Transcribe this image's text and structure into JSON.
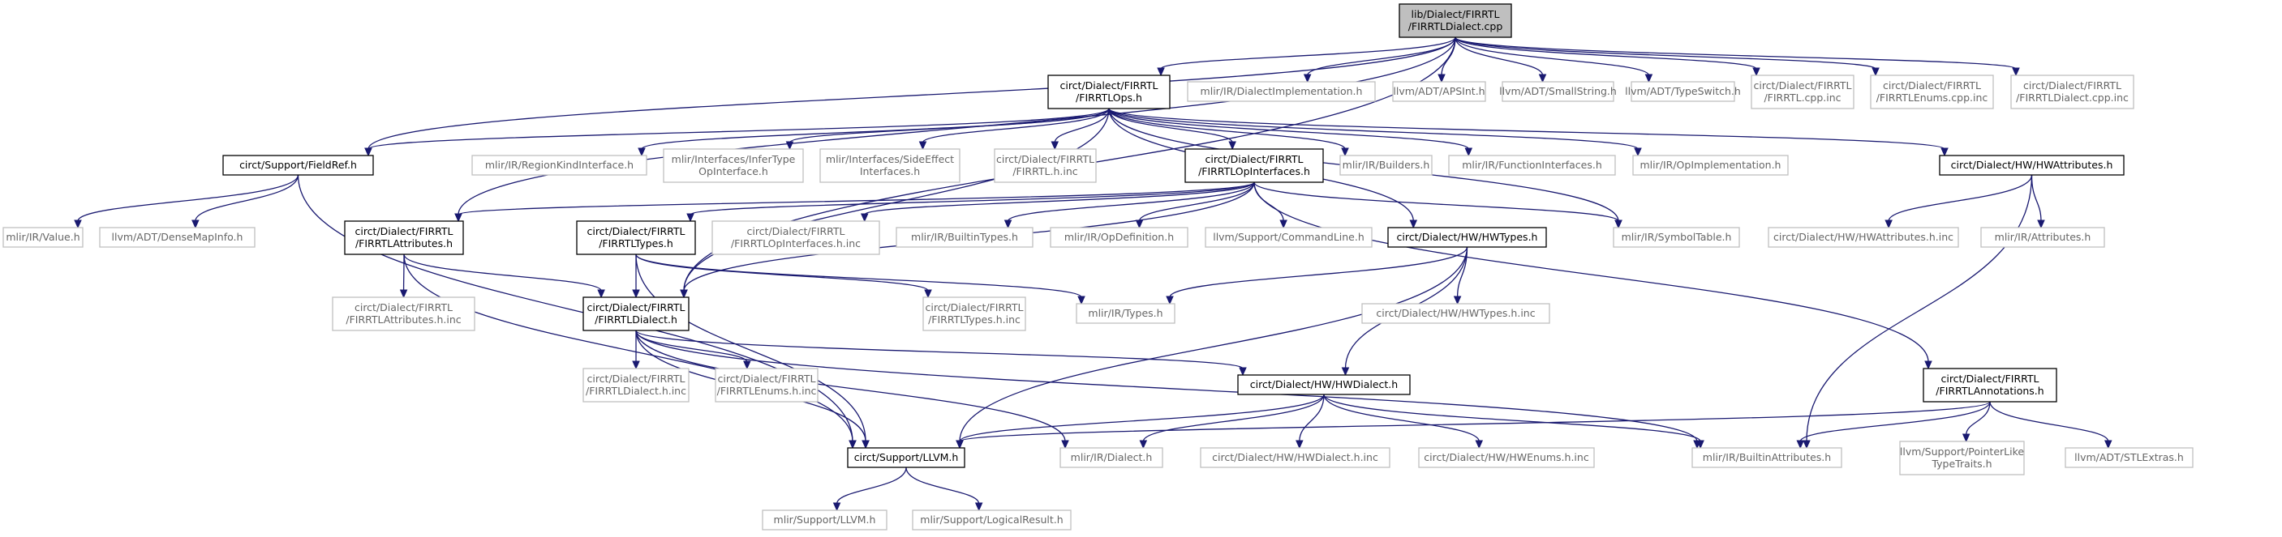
{
  "colors": {
    "edge": "#191970",
    "root_fill": "#bfbfbf",
    "ext_border": "#bfbfbf",
    "ext_text": "#666666"
  },
  "nodes": [
    {
      "id": "root",
      "kind": "root",
      "lines": [
        "lib/Dialect/FIRRTL",
        "/FIRRTLDialect.cpp"
      ]
    },
    {
      "id": "ops",
      "kind": "doc",
      "lines": [
        "circt/Dialect/FIRRTL",
        "/FIRRTLOps.h"
      ]
    },
    {
      "id": "dialimpl",
      "kind": "ext",
      "lines": [
        "mlir/IR/DialectImplementation.h"
      ]
    },
    {
      "id": "apsint",
      "kind": "ext",
      "lines": [
        "llvm/ADT/APSInt.h"
      ]
    },
    {
      "id": "smallstr",
      "kind": "ext",
      "lines": [
        "llvm/ADT/SmallString.h"
      ]
    },
    {
      "id": "typeswitch",
      "kind": "ext",
      "lines": [
        "llvm/ADT/TypeSwitch.h"
      ]
    },
    {
      "id": "firrtlcppinc",
      "kind": "ext",
      "lines": [
        "circt/Dialect/FIRRTL",
        "/FIRRTL.cpp.inc"
      ]
    },
    {
      "id": "enumscppinc",
      "kind": "ext",
      "lines": [
        "circt/Dialect/FIRRTL",
        "/FIRRTLEnums.cpp.inc"
      ]
    },
    {
      "id": "dialcppinc",
      "kind": "ext",
      "lines": [
        "circt/Dialect/FIRRTL",
        "/FIRRTLDialect.cpp.inc"
      ]
    },
    {
      "id": "fieldref",
      "kind": "doc",
      "lines": [
        "circt/Support/FieldRef.h"
      ]
    },
    {
      "id": "regionkind",
      "kind": "ext",
      "lines": [
        "mlir/IR/RegionKindInterface.h"
      ]
    },
    {
      "id": "infertype",
      "kind": "ext",
      "lines": [
        "mlir/Interfaces/InferType",
        "OpInterface.h"
      ]
    },
    {
      "id": "sideeffect",
      "kind": "ext",
      "lines": [
        "mlir/Interfaces/SideEffect",
        "Interfaces.h"
      ]
    },
    {
      "id": "firrtlhinc",
      "kind": "ext",
      "lines": [
        "circt/Dialect/FIRRTL",
        "/FIRRTL.h.inc"
      ]
    },
    {
      "id": "opifaces",
      "kind": "doc",
      "lines": [
        "circt/Dialect/FIRRTL",
        "/FIRRTLOpInterfaces.h"
      ]
    },
    {
      "id": "builders",
      "kind": "ext",
      "lines": [
        "mlir/IR/Builders.h"
      ]
    },
    {
      "id": "funcifaces",
      "kind": "ext",
      "lines": [
        "mlir/IR/FunctionInterfaces.h"
      ]
    },
    {
      "id": "opimpl",
      "kind": "ext",
      "lines": [
        "mlir/IR/OpImplementation.h"
      ]
    },
    {
      "id": "hwattrs",
      "kind": "doc",
      "lines": [
        "circt/Dialect/HW/HWAttributes.h"
      ]
    },
    {
      "id": "value",
      "kind": "ext",
      "lines": [
        "mlir/IR/Value.h"
      ]
    },
    {
      "id": "densemap",
      "kind": "ext",
      "lines": [
        "llvm/ADT/DenseMapInfo.h"
      ]
    },
    {
      "id": "attrs",
      "kind": "doc",
      "lines": [
        "circt/Dialect/FIRRTL",
        "/FIRRTLAttributes.h"
      ]
    },
    {
      "id": "types",
      "kind": "doc",
      "lines": [
        "circt/Dialect/FIRRTL",
        "/FIRRTLTypes.h"
      ]
    },
    {
      "id": "opifacesinc",
      "kind": "ext",
      "lines": [
        "circt/Dialect/FIRRTL",
        "/FIRRTLOpInterfaces.h.inc"
      ]
    },
    {
      "id": "builtintypes",
      "kind": "ext",
      "lines": [
        "mlir/IR/BuiltinTypes.h"
      ]
    },
    {
      "id": "opdef",
      "kind": "ext",
      "lines": [
        "mlir/IR/OpDefinition.h"
      ]
    },
    {
      "id": "cmdline",
      "kind": "ext",
      "lines": [
        "llvm/Support/CommandLine.h"
      ]
    },
    {
      "id": "hwtypes",
      "kind": "doc",
      "lines": [
        "circt/Dialect/HW/HWTypes.h"
      ]
    },
    {
      "id": "symtable",
      "kind": "ext",
      "lines": [
        "mlir/IR/SymbolTable.h"
      ]
    },
    {
      "id": "hwattrsinc",
      "kind": "ext",
      "lines": [
        "circt/Dialect/HW/HWAttributes.h.inc"
      ]
    },
    {
      "id": "mlirattrs",
      "kind": "ext",
      "lines": [
        "mlir/IR/Attributes.h"
      ]
    },
    {
      "id": "attrsinc",
      "kind": "ext",
      "lines": [
        "circt/Dialect/FIRRTL",
        "/FIRRTLAttributes.h.inc"
      ]
    },
    {
      "id": "dialect",
      "kind": "doc",
      "lines": [
        "circt/Dialect/FIRRTL",
        "/FIRRTLDialect.h"
      ]
    },
    {
      "id": "typesinc",
      "kind": "ext",
      "lines": [
        "circt/Dialect/FIRRTL",
        "/FIRRTLTypes.h.inc"
      ]
    },
    {
      "id": "mlirtypes",
      "kind": "ext",
      "lines": [
        "mlir/IR/Types.h"
      ]
    },
    {
      "id": "hwtypesinc",
      "kind": "ext",
      "lines": [
        "circt/Dialect/HW/HWTypes.h.inc"
      ]
    },
    {
      "id": "dialectinc",
      "kind": "ext",
      "lines": [
        "circt/Dialect/FIRRTL",
        "/FIRRTLDialect.h.inc"
      ]
    },
    {
      "id": "enumsinc",
      "kind": "ext",
      "lines": [
        "circt/Dialect/FIRRTL",
        "/FIRRTLEnums.h.inc"
      ]
    },
    {
      "id": "hwdialect",
      "kind": "doc",
      "lines": [
        "circt/Dialect/HW/HWDialect.h"
      ]
    },
    {
      "id": "annos",
      "kind": "doc",
      "lines": [
        "circt/Dialect/FIRRTL",
        "/FIRRTLAnnotations.h"
      ]
    },
    {
      "id": "llvmh",
      "kind": "doc",
      "lines": [
        "circt/Support/LLVM.h"
      ]
    },
    {
      "id": "mlirdialect",
      "kind": "ext",
      "lines": [
        "mlir/IR/Dialect.h"
      ]
    },
    {
      "id": "hwdialectinc",
      "kind": "ext",
      "lines": [
        "circt/Dialect/HW/HWDialect.h.inc"
      ]
    },
    {
      "id": "hwenumsinc",
      "kind": "ext",
      "lines": [
        "circt/Dialect/HW/HWEnums.h.inc"
      ]
    },
    {
      "id": "builtinattrs",
      "kind": "ext",
      "lines": [
        "mlir/IR/BuiltinAttributes.h"
      ]
    },
    {
      "id": "ptrlike",
      "kind": "ext",
      "lines": [
        "llvm/Support/PointerLike",
        "TypeTraits.h"
      ]
    },
    {
      "id": "stlextras",
      "kind": "ext",
      "lines": [
        "llvm/ADT/STLExtras.h"
      ]
    },
    {
      "id": "mlirllvm",
      "kind": "ext",
      "lines": [
        "mlir/Support/LLVM.h"
      ]
    },
    {
      "id": "logicalresult",
      "kind": "ext",
      "lines": [
        "mlir/Support/LogicalResult.h"
      ]
    }
  ],
  "edges": [
    [
      "root",
      "ops"
    ],
    [
      "root",
      "dialimpl"
    ],
    [
      "root",
      "apsint"
    ],
    [
      "root",
      "smallstr"
    ],
    [
      "root",
      "typeswitch"
    ],
    [
      "root",
      "firrtlcppinc"
    ],
    [
      "root",
      "enumscppinc"
    ],
    [
      "root",
      "dialcppinc"
    ],
    [
      "root",
      "fieldref"
    ],
    [
      "root",
      "attrs"
    ],
    [
      "root",
      "dialect"
    ],
    [
      "ops",
      "fieldref"
    ],
    [
      "ops",
      "regionkind"
    ],
    [
      "ops",
      "infertype"
    ],
    [
      "ops",
      "sideeffect"
    ],
    [
      "ops",
      "firrtlhinc"
    ],
    [
      "ops",
      "opifaces"
    ],
    [
      "ops",
      "builders"
    ],
    [
      "ops",
      "funcifaces"
    ],
    [
      "ops",
      "opimpl"
    ],
    [
      "ops",
      "hwattrs"
    ],
    [
      "ops",
      "dialect"
    ],
    [
      "ops",
      "symtable"
    ],
    [
      "ops",
      "hwtypes"
    ],
    [
      "fieldref",
      "value"
    ],
    [
      "fieldref",
      "densemap"
    ],
    [
      "fieldref",
      "llvmh"
    ],
    [
      "opifaces",
      "attrs"
    ],
    [
      "opifaces",
      "types"
    ],
    [
      "opifaces",
      "opifacesinc"
    ],
    [
      "opifaces",
      "builtintypes"
    ],
    [
      "opifaces",
      "opdef"
    ],
    [
      "opifaces",
      "cmdline"
    ],
    [
      "opifaces",
      "symtable"
    ],
    [
      "opifaces",
      "annos"
    ],
    [
      "opifaces",
      "dialect"
    ],
    [
      "hwattrs",
      "hwattrsinc"
    ],
    [
      "hwattrs",
      "mlirattrs"
    ],
    [
      "hwattrs",
      "builtinattrs"
    ],
    [
      "attrs",
      "attrsinc"
    ],
    [
      "attrs",
      "dialect"
    ],
    [
      "attrs",
      "llvmh"
    ],
    [
      "types",
      "dialect"
    ],
    [
      "types",
      "typesinc"
    ],
    [
      "types",
      "llvmh"
    ],
    [
      "types",
      "mlirtypes"
    ],
    [
      "hwtypes",
      "hwtypesinc"
    ],
    [
      "hwtypes",
      "hwdialect"
    ],
    [
      "hwtypes",
      "mlirtypes"
    ],
    [
      "hwtypes",
      "llvmh"
    ],
    [
      "dialect",
      "dialectinc"
    ],
    [
      "dialect",
      "enumsinc"
    ],
    [
      "dialect",
      "hwdialect"
    ],
    [
      "dialect",
      "llvmh"
    ],
    [
      "dialect",
      "mlirdialect"
    ],
    [
      "dialect",
      "builtinattrs"
    ],
    [
      "hwdialect",
      "llvmh"
    ],
    [
      "hwdialect",
      "mlirdialect"
    ],
    [
      "hwdialect",
      "hwdialectinc"
    ],
    [
      "hwdialect",
      "hwenumsinc"
    ],
    [
      "hwdialect",
      "builtinattrs"
    ],
    [
      "annos",
      "llvmh"
    ],
    [
      "annos",
      "builtinattrs"
    ],
    [
      "annos",
      "ptrlike"
    ],
    [
      "annos",
      "stlextras"
    ],
    [
      "llvmh",
      "mlirllvm"
    ],
    [
      "llvmh",
      "logicalresult"
    ]
  ]
}
